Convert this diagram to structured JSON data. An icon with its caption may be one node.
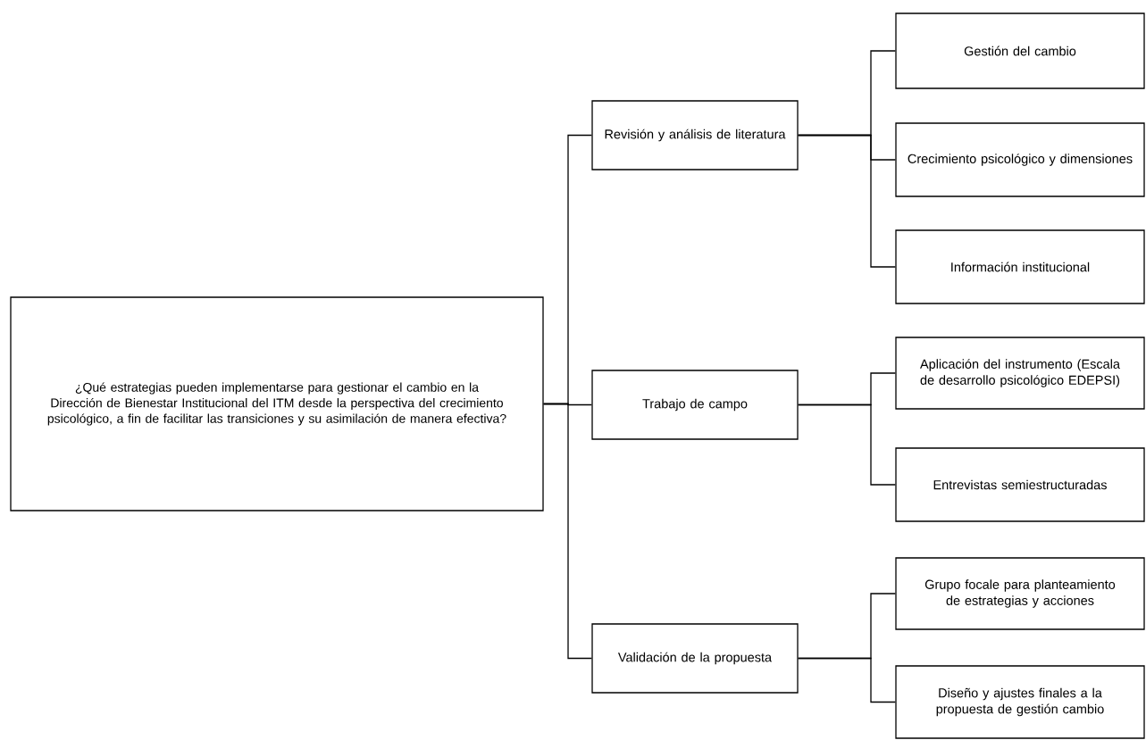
{
  "diagram": {
    "nodes": [
      {
        "text": [
          "¿Qué estrategias pueden implementarse para gestionar el cambio en la Dirección de Bienestar Institucional del ITM desde la perspectiva del crecimiento psicológico, a fin de facilitar las transiciones y su asimilación de manera efectiva?"
        ]
      },
      {
        "text": [
          "Revisión y análisis de literatura"
        ]
      },
      {
        "text": [
          "Trabajo de campo"
        ]
      },
      {
        "text": [
          "Validación de la propuesta"
        ]
      },
      {
        "text": [
          "Gestión del cambio"
        ]
      },
      {
        "text": [
          "Crecimiento psicológico y dimensiones"
        ]
      },
      {
        "text": [
          "Información institucional"
        ]
      },
      {
        "text": [
          "Aplicación del instrumento (Escala de desarrollo psicológico EDEPSI)"
        ]
      },
      {
        "text": [
          "Entrevistas semiestructuradas"
        ]
      },
      {
        "text": [
          "Grupo focale para planteamiento de estrategias y acciones"
        ]
      },
      {
        "text": [
          "Diseño y ajustes finales a la propuesta de gestión cambio"
        ]
      }
    ],
    "edges": [
      {
        "from": 0,
        "to": 1,
        "arrow": "none"
      },
      {
        "from": 0,
        "to": 2,
        "arrow": "none"
      },
      {
        "from": 0,
        "to": 3,
        "arrow": "none"
      },
      {
        "from": 1,
        "to": 4,
        "arrow": "none"
      },
      {
        "from": 1,
        "to": 5,
        "arrow": "none"
      },
      {
        "from": 1,
        "to": 6,
        "arrow": "none"
      },
      {
        "from": 2,
        "to": 7,
        "arrow": "none"
      },
      {
        "from": 2,
        "to": 8,
        "arrow": "none"
      },
      {
        "from": 3,
        "to": 9,
        "arrow": "none"
      },
      {
        "from": 3,
        "to": 10,
        "arrow": "none"
      }
    ]
  }
}
